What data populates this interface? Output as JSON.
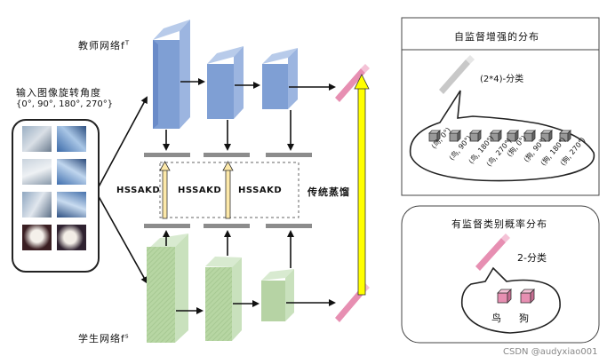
{
  "left": {
    "input_title": "输入图像旋转角度",
    "angles": "{0°, 90°, 180°, 270°}"
  },
  "network": {
    "teacher_label": "教师网络f",
    "teacher_sup": "T",
    "student_label": "学生网络f",
    "student_sup": "s",
    "hssakd_labels": [
      "HSSAKD",
      "HSSAKD",
      "HSSAKD"
    ],
    "traditional_kd": "传统蒸馏"
  },
  "self_supervised_panel": {
    "title": "自监督增强的分布",
    "classify": "(2*4)-分类",
    "items": [
      "(鸟, 0°)",
      "(鸟, 90°)",
      "(鸟, 180°)",
      "(鸟, 270°)",
      "(狗, 0°)",
      "(狗, 90°)",
      "(狗, 180°)",
      "(狗, 270°)"
    ]
  },
  "supervised_panel": {
    "title": "有监督类别概率分布",
    "classify": "2-分类",
    "classes": [
      "鸟",
      "狗"
    ]
  },
  "watermark": "CSDN @audyxiao001",
  "colors": {
    "teacher_front": "#7f9fd4",
    "teacher_side": "#a9bfe6",
    "student_front": "#b6d3a4",
    "student_side": "#d5e8c8",
    "yellow_arrow": "#ffff00",
    "pink": "#e78fb2"
  }
}
